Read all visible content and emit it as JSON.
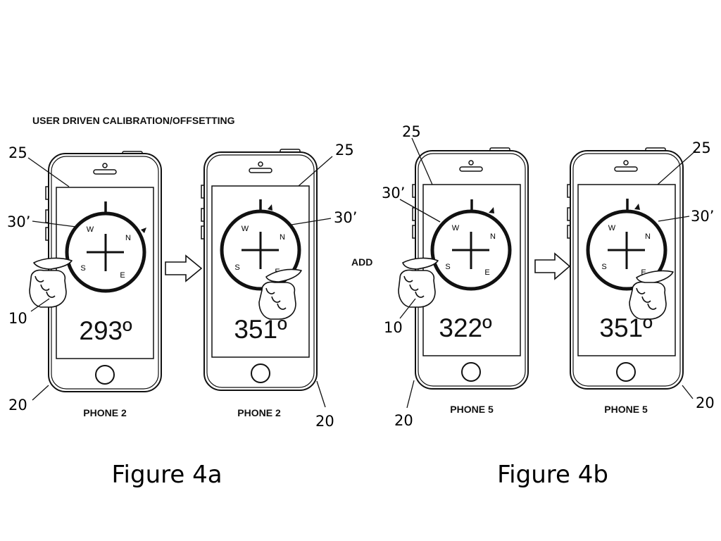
{
  "header": {
    "title": "USER DRIVEN CALIBRATION/OFFSETTING"
  },
  "middle_label": "ADD",
  "compass_directions": {
    "n": "N",
    "e": "E",
    "s": "S",
    "w": "W"
  },
  "phones": [
    {
      "caption": "PHONE 2",
      "heading": "293º"
    },
    {
      "caption": "PHONE 2",
      "heading": "351º"
    },
    {
      "caption": "PHONE 5",
      "heading": "322º"
    },
    {
      "caption": "PHONE 5",
      "heading": "351º"
    }
  ],
  "reference_numerals": {
    "screen": "25",
    "dial": "30’",
    "hand": "10",
    "phone": "20"
  },
  "figures": {
    "a": "Figure 4a",
    "b": "Figure 4b"
  }
}
